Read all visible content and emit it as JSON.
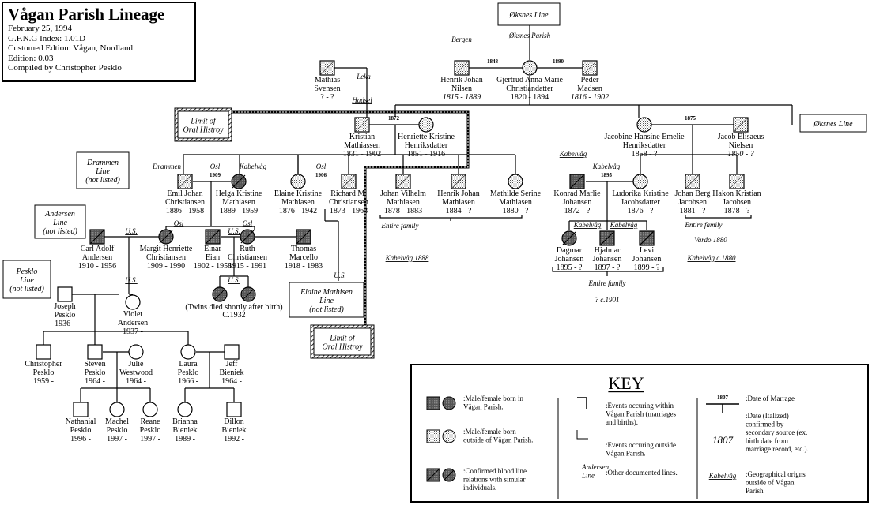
{
  "header": {
    "title": "Vågan Parish Lineage",
    "lines": [
      "February 25, 1994",
      "G.F.N.G Index: 1.01D",
      "Customed Edtion: Vågan, Nordland",
      "Edition: 0.03",
      "Compiled by Christopher Pesklo"
    ]
  },
  "boxes": {
    "okx_top": [
      "Øksnes Line"
    ],
    "okx_right": [
      "Øksnes Line"
    ],
    "limit1": [
      "Limit of",
      "Oral Histroy"
    ],
    "limit2": [
      "Limit of",
      "Oral Histroy"
    ],
    "drammen": [
      "Drammen",
      "Line",
      "(not listed)"
    ],
    "andersen": [
      "Andersen",
      "Line",
      "(not listed)"
    ],
    "pesklo": [
      "Pesklo",
      "Line",
      "(not listed)"
    ],
    "elaine": [
      "Elaine Mathisen",
      "Line",
      "(not listed)"
    ]
  },
  "people": [
    {
      "id": "mathias",
      "name": [
        "Mathias",
        "Svensen"
      ],
      "dates": "? - ?"
    },
    {
      "id": "henrik_n",
      "name": [
        "Henrik Johan",
        "Nilsen"
      ],
      "dates": "1815 - 1889"
    },
    {
      "id": "gjertrud",
      "name": [
        "Gjertrud Anna Marie",
        "Christiandatter"
      ],
      "dates": "1820 - 1894"
    },
    {
      "id": "peder",
      "name": [
        "Peder",
        "Madsen"
      ],
      "dates": "1816 - 1902"
    },
    {
      "id": "kristian",
      "name": [
        "Kristian",
        "Mathiassen"
      ],
      "dates": "1831 - 1902"
    },
    {
      "id": "henriette",
      "name": [
        "Henriette Kristine",
        "Henriksdatter"
      ],
      "dates": "1851 - 1916"
    },
    {
      "id": "jacobine",
      "name": [
        "Jacobine Hansine Emelie",
        "Henriksdatter"
      ],
      "dates": "1858 - ?"
    },
    {
      "id": "jacob",
      "name": [
        "Jacob Elisaeus",
        "Nielsen"
      ],
      "dates": "1850 - ?"
    },
    {
      "id": "emil",
      "name": [
        "Emil Johan",
        "Christiansen"
      ],
      "dates": "1886 - 1958"
    },
    {
      "id": "helga",
      "name": [
        "Helga Kristine",
        "Mathiasen"
      ],
      "dates": "1889 - 1959"
    },
    {
      "id": "elaine",
      "name": [
        "Elaine Kristine",
        "Mathiasen"
      ],
      "dates": "1876 - 1942"
    },
    {
      "id": "richard",
      "name": [
        "Richard M.",
        "Christiansen"
      ],
      "dates": "1873 - 1963"
    },
    {
      "id": "johan_v",
      "name": [
        "Johan Vilhelm",
        "Mathiasen"
      ],
      "dates": "1878 - 1883"
    },
    {
      "id": "henrik_m",
      "name": [
        "Henrik Johan",
        "Mathiasen"
      ],
      "dates": "1884 - ?"
    },
    {
      "id": "mathilde",
      "name": [
        "Mathilde Serine",
        "Mathiasen"
      ],
      "dates": "1880 - ?"
    },
    {
      "id": "konrad",
      "name": [
        "Konrad Marlie",
        "Johansen"
      ],
      "dates": "1872 - ?"
    },
    {
      "id": "ludorika",
      "name": [
        "Ludorika Kristine",
        "Jacobsdatter"
      ],
      "dates": "1876 - ?"
    },
    {
      "id": "johan_b",
      "name": [
        "Johan Berg",
        "Jacobsen"
      ],
      "dates": "1881 - ?"
    },
    {
      "id": "hakon",
      "name": [
        "Hakon Kristian",
        "Jacobsen"
      ],
      "dates": "1878 - ?"
    },
    {
      "id": "carl",
      "name": [
        "Carl Adolf",
        "Andersen"
      ],
      "dates": "1910 - 1956"
    },
    {
      "id": "margit",
      "name": [
        "Margit Henriette",
        "Christiansen"
      ],
      "dates": "1909 - 1990"
    },
    {
      "id": "einar",
      "name": [
        "Einar",
        "Eian"
      ],
      "dates": "1902 - 1958"
    },
    {
      "id": "ruth",
      "name": [
        "Ruth",
        "Christiansen"
      ],
      "dates": "1915 - 1991"
    },
    {
      "id": "thomas",
      "name": [
        "Thomas",
        "Marcello"
      ],
      "dates": "1918 - 1983"
    },
    {
      "id": "dagmar",
      "name": [
        "Dagmar",
        "Johansen"
      ],
      "dates": "1895 - ?"
    },
    {
      "id": "hjalmar",
      "name": [
        "Hjalmar",
        "Johansen"
      ],
      "dates": "1897 - ?"
    },
    {
      "id": "levi",
      "name": [
        "Levi",
        "Johansen"
      ],
      "dates": "1899 - ?"
    },
    {
      "id": "joseph",
      "name": [
        "Joseph",
        "Pesklo"
      ],
      "dates": "1936 -"
    },
    {
      "id": "violet",
      "name": [
        "Violet",
        "Andersen"
      ],
      "dates": "1937 -"
    },
    {
      "id": "christopher",
      "name": [
        "Christopher",
        "Pesklo"
      ],
      "dates": "1959 -"
    },
    {
      "id": "steven",
      "name": [
        "Steven",
        "Pesklo"
      ],
      "dates": "1964 -"
    },
    {
      "id": "julie",
      "name": [
        "Julie",
        "Westwood"
      ],
      "dates": "1964 -"
    },
    {
      "id": "laura",
      "name": [
        "Laura",
        "Pesklo"
      ],
      "dates": "1966 -"
    },
    {
      "id": "jeff",
      "name": [
        "Jeff",
        "Bieniek"
      ],
      "dates": "1964 -"
    },
    {
      "id": "nathanial",
      "name": [
        "Nathanial",
        "Pesklo"
      ],
      "dates": "1996 -"
    },
    {
      "id": "machel",
      "name": [
        "Machel",
        "Pesklo"
      ],
      "dates": "1997 -"
    },
    {
      "id": "reane",
      "name": [
        "Reane",
        "Pesklo"
      ],
      "dates": "1997 -"
    },
    {
      "id": "brianna",
      "name": [
        "Brianna",
        "Bieniek"
      ],
      "dates": "1989 -"
    },
    {
      "id": "dillon",
      "name": [
        "Dillon",
        "Bieniek"
      ],
      "dates": "1992 -"
    }
  ],
  "twins": [
    "(Twins died shortly after birth)",
    "C.1932"
  ],
  "marriage_years": {
    "m1848": "1848",
    "m1890": "1890",
    "m1872": "1872",
    "m1875": "1875",
    "m1909": "1909",
    "m1906": "1906",
    "m1895": "1895"
  },
  "places": {
    "bergen": "Bergen",
    "oksnes_parish": "Øksnes Parish",
    "leka": "Leka",
    "hadsel": "Hadsel",
    "drammen": "Drammen",
    "osl1": "Osl",
    "kabelvag1": "Kabelvåg",
    "osl2": "Osl",
    "kabelvag2": "Kabelvåg",
    "kabelvag3": "Kabelvåg",
    "us1": "U.S.",
    "osl3": "Osl",
    "us2": "U.S.",
    "osl4": "Osl",
    "us3": "U.S.",
    "us4": "U.S.",
    "us5": "U.S.",
    "kabelvag4": "Kabelvåg",
    "kabelvag5": "Kabelvåg",
    "entire1": "Entire family",
    "kabelvag_1888": "Kabelvåg 1888",
    "entire2": "Entire family",
    "vardo": "Vardo 1880",
    "kabelvag_c1880": "Kabelvåg c.1880",
    "entire3": "Entire family",
    "c1901": "? c.1901"
  },
  "key": {
    "title": "KEY",
    "born_in": [
      ":Male/female born in",
      "Vågan Parish."
    ],
    "born_out": [
      ":Male/female born",
      "outside of Vågan Parish."
    ],
    "blood": [
      ":Confirmed blood line",
      "relations with simular",
      "individuals."
    ],
    "ev_in": [
      ":Events occuring within",
      "Vågan Parish (marriages",
      "and births)."
    ],
    "ev_out": [
      ":Events occuring outside",
      "Vågan Parish."
    ],
    "other_sym": [
      "Andersen",
      "Line"
    ],
    "other": ":Other documented lines.",
    "marriage_year": "1807",
    "marriage": ":Date of Marrage",
    "date_sym": "1807",
    "date": [
      ":Date (Italized)",
      "confirmed by",
      "secondary source (ex.",
      "birth date from",
      "marriage record, etc.)."
    ],
    "geo_sym": "Kabelvåg",
    "geo": [
      ":Geographical origns",
      "outside of Vågan",
      "Parish"
    ]
  }
}
